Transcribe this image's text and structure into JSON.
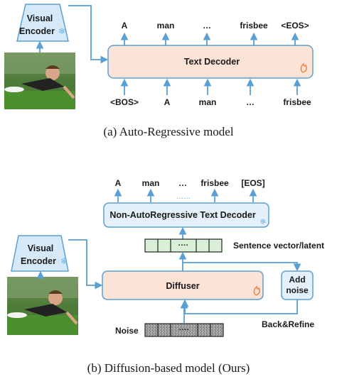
{
  "panel_a": {
    "visual_encoder": [
      "Visual",
      "Encoder"
    ],
    "decoder_label": "Text Decoder",
    "output_tokens": [
      "A",
      "man",
      "…",
      "frisbee",
      "<EOS>"
    ],
    "input_tokens": [
      "<BOS>",
      "A",
      "man",
      "…",
      "frisbee"
    ],
    "caption": "(a) Auto-Regressive model"
  },
  "panel_b": {
    "output_tokens": [
      "A",
      "man",
      "…",
      "frisbee",
      "[EOS]"
    ],
    "dots_between": "……",
    "nar_decoder_label": "Non-AutoRegressive Text Decoder",
    "sentence_vector_label": "Sentence vector/latent",
    "latent_dots": "····",
    "visual_encoder": [
      "Visual",
      "Encoder"
    ],
    "diffuser_label": "Diffuser",
    "add_noise": [
      "Add",
      "noise"
    ],
    "back_refine": "Back&Refine",
    "noise_label": "Noise",
    "noise_dots": "····",
    "caption": "(b) Diffusion-based model (Ours)"
  },
  "colors": {
    "arrow": "#5a9fd4",
    "encoder_fill": "#d6e9f8",
    "decoder_fill": "#fde2d6",
    "nar_fill": "#e4f0fb",
    "latent_fill": "#daf0d6",
    "frozen_icon": "#6fb4e6",
    "fire_icon": "#f07c3c"
  },
  "icons": {
    "frozen": "snowflake-icon",
    "trainable": "fire-icon"
  }
}
